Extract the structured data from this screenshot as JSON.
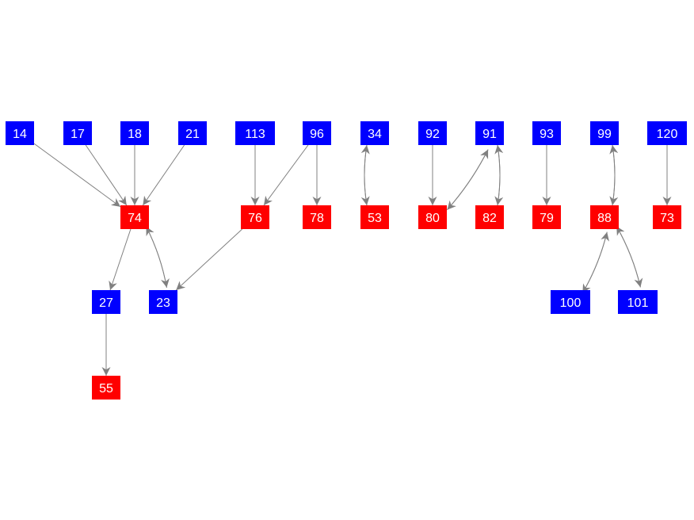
{
  "colors": {
    "source": "#0000ff",
    "target": "#ff0000",
    "edge": "#808080",
    "label": "#ffffff"
  },
  "nodes": [
    {
      "id": "14",
      "kind": "source"
    },
    {
      "id": "17",
      "kind": "source"
    },
    {
      "id": "18",
      "kind": "source"
    },
    {
      "id": "21",
      "kind": "source"
    },
    {
      "id": "113",
      "kind": "source"
    },
    {
      "id": "96",
      "kind": "source"
    },
    {
      "id": "34",
      "kind": "source"
    },
    {
      "id": "92",
      "kind": "source"
    },
    {
      "id": "91",
      "kind": "source"
    },
    {
      "id": "93",
      "kind": "source"
    },
    {
      "id": "99",
      "kind": "source"
    },
    {
      "id": "120",
      "kind": "source"
    },
    {
      "id": "74",
      "kind": "target"
    },
    {
      "id": "76",
      "kind": "target"
    },
    {
      "id": "78",
      "kind": "target"
    },
    {
      "id": "53",
      "kind": "target"
    },
    {
      "id": "80",
      "kind": "target"
    },
    {
      "id": "82",
      "kind": "target"
    },
    {
      "id": "79",
      "kind": "target"
    },
    {
      "id": "88",
      "kind": "target"
    },
    {
      "id": "73",
      "kind": "target"
    },
    {
      "id": "27",
      "kind": "source"
    },
    {
      "id": "23",
      "kind": "source"
    },
    {
      "id": "100",
      "kind": "source"
    },
    {
      "id": "101",
      "kind": "source"
    },
    {
      "id": "55",
      "kind": "target"
    }
  ],
  "edges": [
    [
      "14",
      "74"
    ],
    [
      "17",
      "74"
    ],
    [
      "18",
      "74"
    ],
    [
      "21",
      "74"
    ],
    [
      "113",
      "76"
    ],
    [
      "96",
      "76"
    ],
    [
      "96",
      "78"
    ],
    [
      "34",
      "53"
    ],
    [
      "53",
      "34"
    ],
    [
      "92",
      "80"
    ],
    [
      "91",
      "80"
    ],
    [
      "80",
      "91"
    ],
    [
      "91",
      "82"
    ],
    [
      "82",
      "91"
    ],
    [
      "93",
      "79"
    ],
    [
      "99",
      "88"
    ],
    [
      "88",
      "99"
    ],
    [
      "120",
      "73"
    ],
    [
      "74",
      "27"
    ],
    [
      "74",
      "23"
    ],
    [
      "23",
      "74"
    ],
    [
      "76",
      "23"
    ],
    [
      "27",
      "55"
    ],
    [
      "88",
      "100"
    ],
    [
      "100",
      "88"
    ],
    [
      "88",
      "101"
    ],
    [
      "101",
      "88"
    ]
  ]
}
